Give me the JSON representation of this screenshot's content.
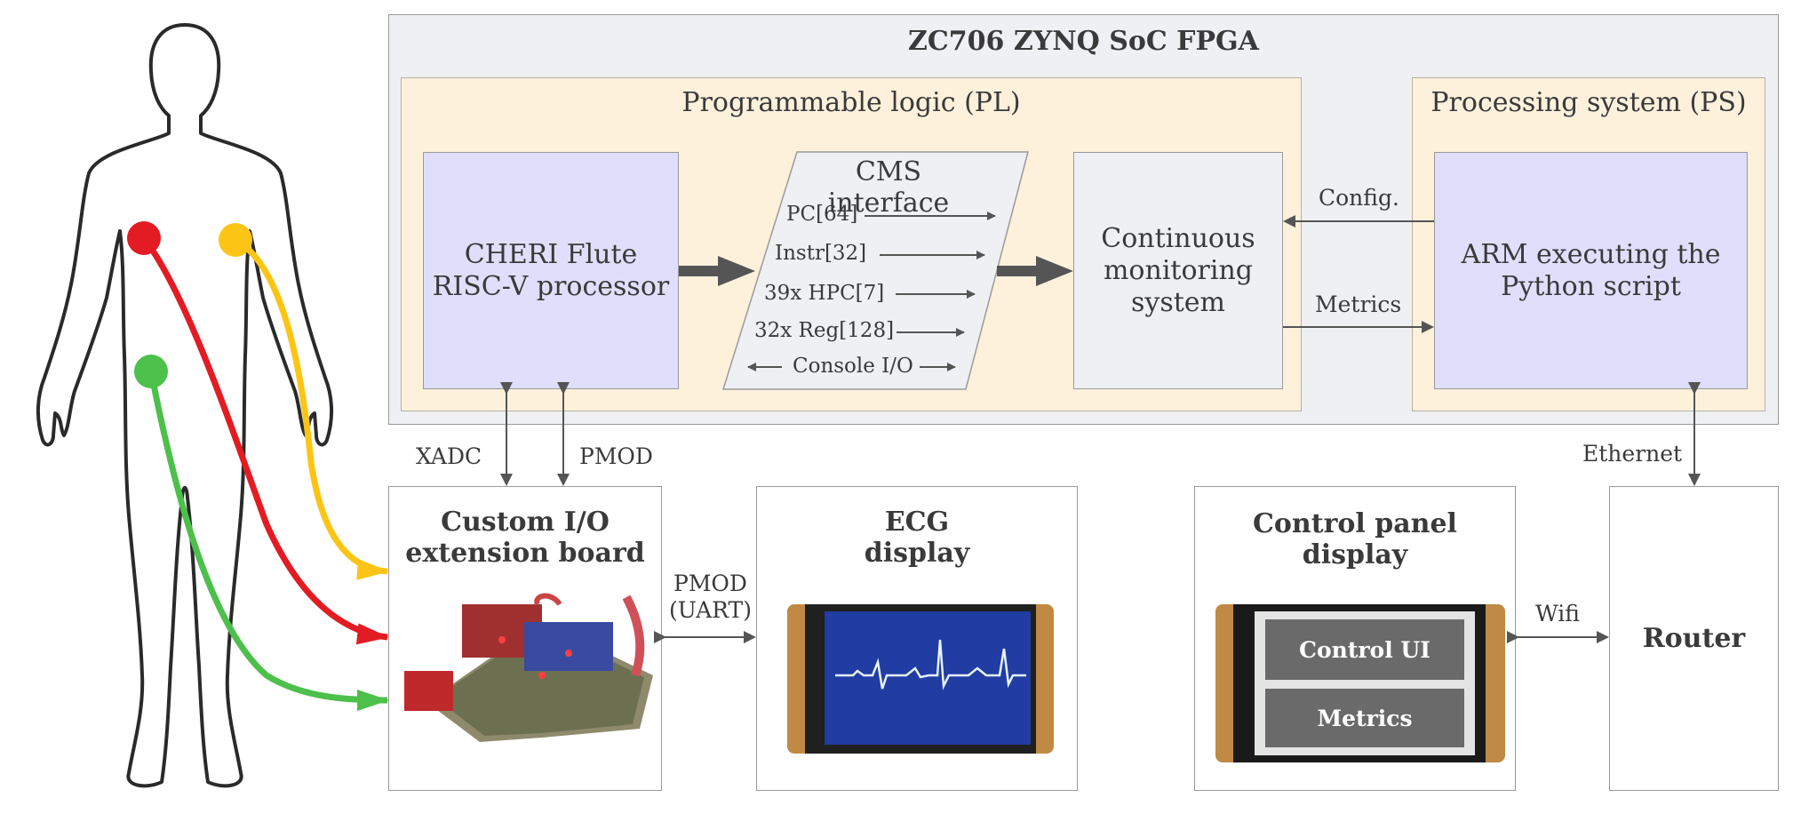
{
  "fpga": {
    "title": "ZC706 ZYNQ SoC FPGA",
    "pl_title": "Programmable logic (PL)",
    "ps_title": "Processing system (PS)"
  },
  "cheri": {
    "line1": "CHERI Flute",
    "line2": "RISC-V processor"
  },
  "cms": {
    "title": "CMS interface",
    "signals": [
      "PC[64]",
      "Instr[32]",
      "39x HPC[7]",
      "32x Reg[128]",
      "Console I/O"
    ]
  },
  "monitor": {
    "line1": "Continuous",
    "line2": "monitoring",
    "line3": "system"
  },
  "arm": {
    "line1": "ARM executing the",
    "line2": "Python script"
  },
  "links": {
    "config": "Config.",
    "metrics": "Metrics",
    "xadc": "XADC",
    "pmod": "PMOD",
    "pmod_uart1": "PMOD",
    "pmod_uart2": "(UART)",
    "ethernet": "Ethernet",
    "wifi": "Wifi"
  },
  "io_board": {
    "line1": "Custom I/O",
    "line2": "extension board"
  },
  "ecg": {
    "line1": "ECG",
    "line2": "display"
  },
  "control_panel": {
    "line1": "Control panel",
    "line2": "display",
    "screen_top": "Control UI",
    "screen_bottom": "Metrics"
  },
  "router": {
    "label": "Router"
  },
  "colors": {
    "electrode_red": "#e31b23",
    "electrode_yellow": "#fcc515",
    "electrode_green": "#4cc04b",
    "block_blue": "#dfdffc",
    "section_bg": "#fdf1dc"
  }
}
